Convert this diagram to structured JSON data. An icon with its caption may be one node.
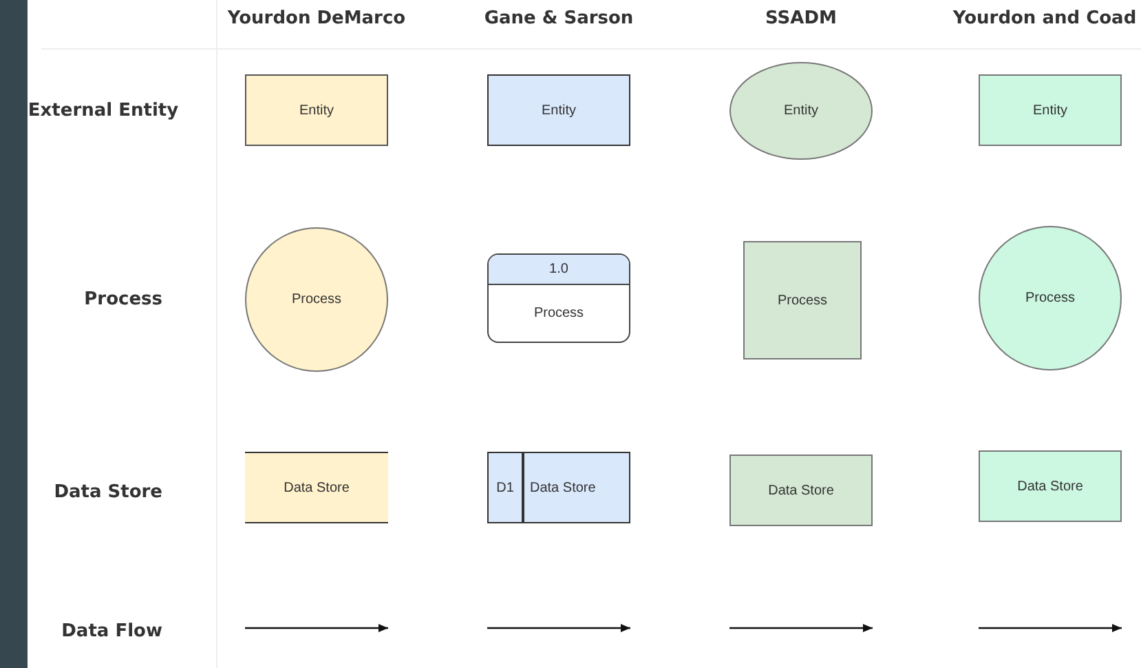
{
  "diagram": {
    "nodes": [
      {
        "text": [
          "Entity"
        ]
      },
      {
        "text": [
          "Entity"
        ]
      },
      {
        "text": [
          "Entity"
        ]
      },
      {
        "text": [
          "Entity"
        ]
      },
      {
        "text": [
          "Process"
        ]
      },
      {
        "text": [
          "1.0",
          "Process"
        ]
      },
      {
        "text": [
          "Process"
        ]
      },
      {
        "text": [
          "Process"
        ]
      },
      {
        "text": [
          "Data Store"
        ]
      },
      {
        "text": [
          "D1",
          "Data Store"
        ]
      },
      {
        "text": [
          "Data Store"
        ]
      },
      {
        "text": [
          "Data Store"
        ]
      }
    ],
    "labels": [
      "Yourdon DeMarco",
      "Gane & Sarson",
      "SSADM",
      "Yourdon and Coad",
      "External Entity",
      "Process",
      "Data Store",
      "Data Flow"
    ]
  }
}
